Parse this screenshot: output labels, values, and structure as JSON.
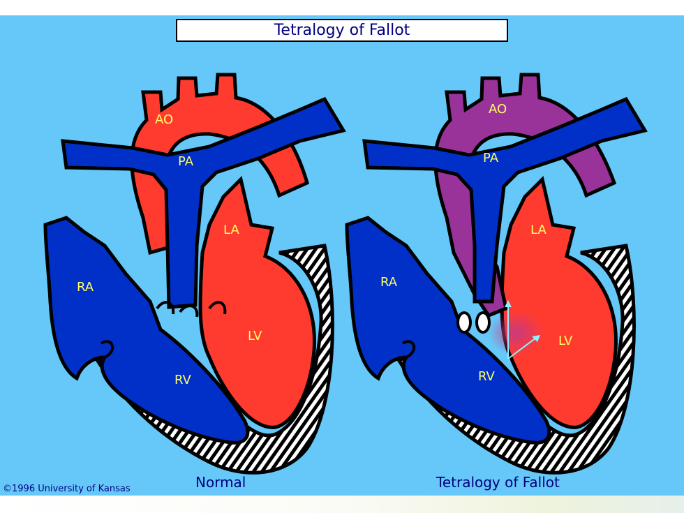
{
  "title": "Tetralogy of Fallot",
  "copyright": "©1996 University of Kansas",
  "left_heart": {
    "caption": "Normal",
    "labels": {
      "ao": "AO",
      "pa": "PA",
      "la": "LA",
      "ra": "RA",
      "lv": "LV",
      "rv": "RV"
    }
  },
  "right_heart": {
    "caption": "Tetralogy of Fallot",
    "labels": {
      "ao": "AO",
      "pa": "PA",
      "la": "LA",
      "ra": "RA",
      "lv": "LV",
      "rv": "RV"
    }
  },
  "colors": {
    "background": "#66c8f8",
    "oxygenated": "#ff3b30",
    "deoxygenated": "#0030c8",
    "mixed_aorta": "#993399",
    "label_text": "#ffff66",
    "arrow": "#8ff0ff"
  }
}
